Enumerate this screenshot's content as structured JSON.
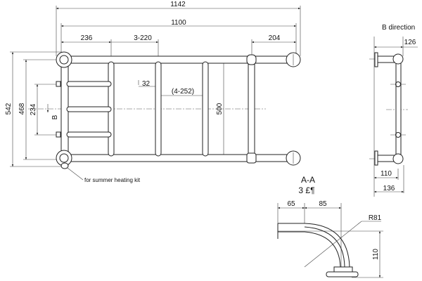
{
  "front_view": {
    "dims": {
      "overall_width": "1142",
      "centers_width": "1100",
      "left_offset": "236",
      "bar_spacing": "3-220",
      "right_offset": "204",
      "overall_height": "542",
      "centers_height": "468",
      "connection_spacing": "234",
      "rail_height": "500",
      "bar_gap": "32",
      "bar_spacing_ref": "(4-252)"
    },
    "view_arrow_label": "B",
    "callout": "for summer heating kit"
  },
  "side_view": {
    "title": "B direction",
    "dims": {
      "top": "126",
      "mid": "110",
      "bottom": "136"
    }
  },
  "section_view": {
    "title": "A-A",
    "subtitle": "3 £¶",
    "dims": {
      "horizontal_left": "65",
      "horizontal_right": "85",
      "radius": "R81",
      "height": "110"
    }
  }
}
